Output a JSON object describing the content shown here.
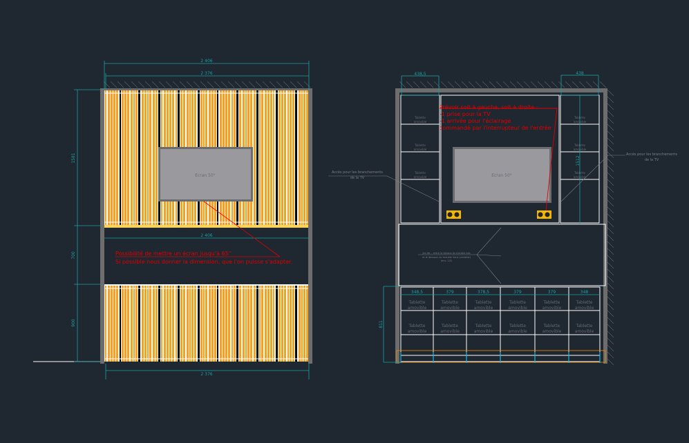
{
  "left_elevation": {
    "dims": {
      "overall_width": "2 406",
      "inner_width": "2 376",
      "middle_width": "2 406",
      "bottom_width": "2 376",
      "top_height": "1581",
      "middle_height": "700",
      "bottom_height": "900"
    },
    "tv_label": "Ecran 50°",
    "note_lines": [
      "Possibilité de mettre un écran jusqu'à 65''",
      "Si possible nous donner la dimension, que l'on puisse s'adapter."
    ]
  },
  "right_elevation": {
    "dims": {
      "left_column_width": "438,5",
      "right_column_width": "438",
      "column_height": "1512",
      "lower_height": "811",
      "bottom_columns": [
        "348,5",
        "379",
        "378,5",
        "379",
        "379",
        "348"
      ]
    },
    "tv_label": "Ecran 50°",
    "note_lines": [
      "Prévoir soit à gauche, soit à droite :",
      "-1 prise pour la TV",
      "-1 arrivée pour l'éclairage",
      "commandé par l'interrupteur de l'entrée"
    ],
    "access_left": [
      "Accès pour les branchements",
      "de la TV"
    ],
    "access_right": [
      "Accès pour les branchements",
      "de la TV"
    ],
    "middle_note": [
      "Jeu de... entre le dessus du meuble bas",
      "et le dessous du meuble haut (variable)",
      "(env. 1/2)"
    ],
    "shelf_label_top": [
      "Tablette",
      "amovible"
    ],
    "shelf_label": [
      "Tablette",
      "amovible"
    ]
  },
  "colors": {
    "background": "#1f2731",
    "dimension": "#1aa3a3",
    "annotation": "#e00000",
    "stripe": "#f7a020"
  }
}
